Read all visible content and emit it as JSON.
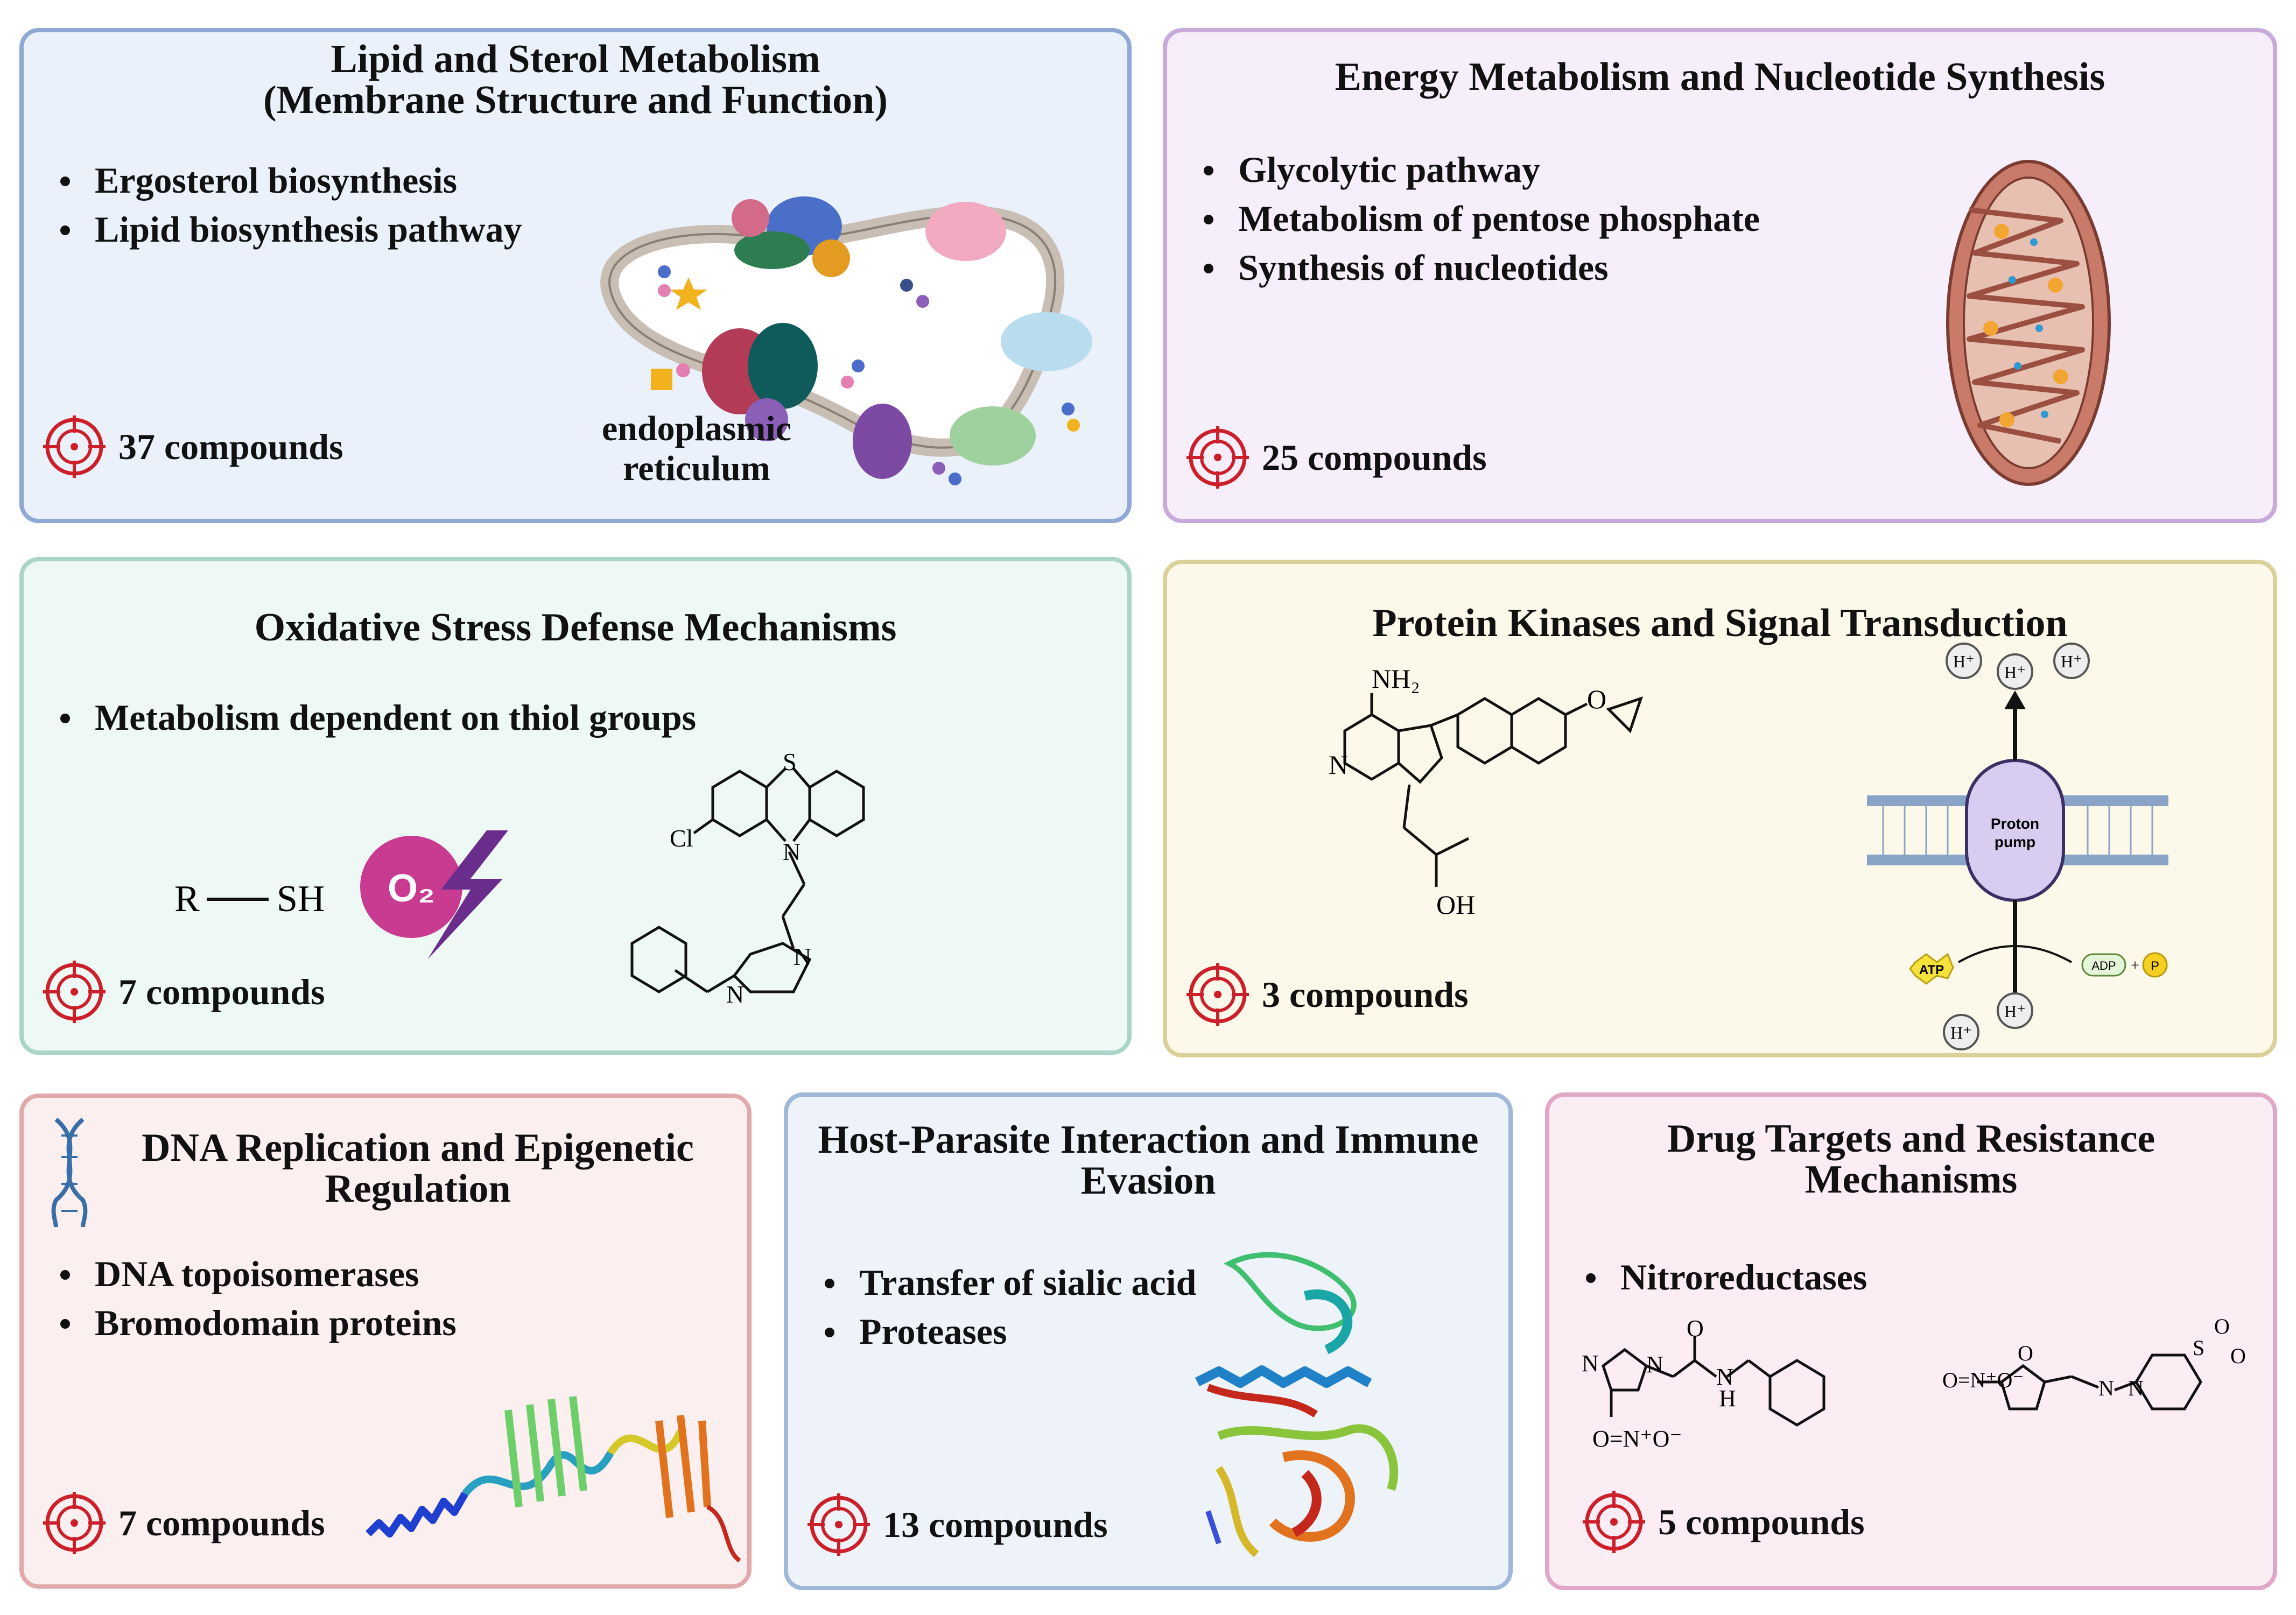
{
  "panels": {
    "lipid": {
      "title_line1": "Lipid and Sterol Metabolism",
      "title_line2": "(Membrane Structure and Function)",
      "items": [
        "Ergosterol biosynthesis",
        "Lipid biosynthesis pathway"
      ],
      "organelle_label_line1": "endoplasmic",
      "organelle_label_line2": "reticulum",
      "compounds": "37 compounds"
    },
    "energy": {
      "title": "Energy Metabolism and Nucleotide Synthesis",
      "items": [
        "Glycolytic pathway",
        "Metabolism of pentose phosphate",
        "Synthesis of nucleotides"
      ],
      "compounds": "25 compounds"
    },
    "oxidative": {
      "title": "Oxidative Stress Defense Mechanisms",
      "items": [
        "Metabolism dependent on thiol groups"
      ],
      "thiol_r": "R",
      "thiol_sh": "SH",
      "o2_label": "O₂",
      "mol_s": "S",
      "mol_cl": "Cl",
      "mol_n1": "N",
      "mol_n2": "N",
      "mol_n3": "N",
      "compounds": "7 compounds"
    },
    "kinase": {
      "title": "Protein Kinases and Signal Transduction",
      "mol_nh2": "NH₂",
      "mol_o": "O",
      "mol_oh": "OH",
      "mol_n": "N",
      "proton": "H⁺",
      "pump_label_line1": "Proton",
      "pump_label_line2": "pump",
      "atp": "ATP",
      "adp": "ADP",
      "plus": "+",
      "p": "P",
      "compounds": "3 compounds"
    },
    "dna": {
      "title_line1": "DNA Replication and Epigenetic",
      "title_line2": "Regulation",
      "items": [
        "DNA topoisomerases",
        "Bromodomain proteins"
      ],
      "compounds": "7 compounds"
    },
    "host": {
      "title_line1": "Host-Parasite Interaction and Immune",
      "title_line2": "Evasion",
      "items": [
        "Transfer of sialic acid",
        "Proteases"
      ],
      "compounds": "13 compounds"
    },
    "drug": {
      "title_line1": "Drug Targets and Resistance",
      "title_line2": "Mechanisms",
      "items": [
        "Nitroreductases"
      ],
      "mol_n": "N",
      "mol_o": "O",
      "mol_h": "H",
      "mol_s": "S",
      "mol_nitro": "O=N⁺O⁻",
      "compounds": "5 compounds"
    }
  },
  "colors": {
    "lipid_bg": "#eaf1fb",
    "lipid_border": "#8fa9d4",
    "energy_bg": "#f6eefb",
    "energy_border": "#c9a9dc",
    "oxidative_bg": "#eef8f5",
    "oxidative_border": "#a9d4c8",
    "kinase_bg": "#fcf9ea",
    "kinase_border": "#dcd09a",
    "dna_bg": "#fcefef",
    "dna_border": "#e2a9aa",
    "host_bg": "#eef3fa",
    "host_border": "#9fb7d9",
    "drug_bg": "#fcedf5",
    "drug_border": "#e0a7c6",
    "target": "#cc1f2a"
  },
  "icons": {
    "target": "crosshair-target-icon",
    "dna": "dna-helix-icon"
  }
}
